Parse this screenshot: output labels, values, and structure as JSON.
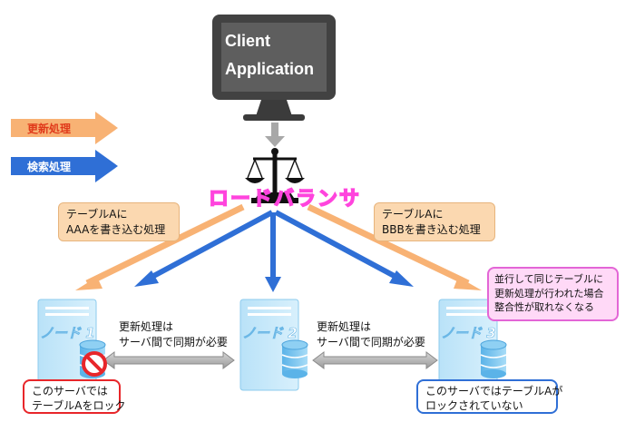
{
  "client": {
    "line1": "Client",
    "line2": "Application"
  },
  "legend": [
    {
      "label": "更新処理",
      "color": "#f8b274",
      "text_color": "#e0391a"
    },
    {
      "label": "検索処理",
      "color": "#2f6fd6",
      "text_color": "#ffffff"
    }
  ],
  "load_balancer": {
    "label": "ロードバランサ",
    "color": "#ff44dd"
  },
  "left_note": {
    "line1": "テーブルAに",
    "line2": "AAAを書き込む処理"
  },
  "right_note": {
    "line1": "テーブルAに",
    "line2": "BBBを書き込む処理"
  },
  "warning": {
    "line1": "並行して同じテーブルに",
    "line2": "更新処理が行われた場合",
    "line3": "整合性が取れなくなる"
  },
  "sync_left": {
    "line1": "更新処理は",
    "line2": "サーバ間で同期が必要"
  },
  "sync_right": {
    "line1": "更新処理は",
    "line2": "サーバ間で同期が必要"
  },
  "nodes": [
    {
      "label": "ノード 1"
    },
    {
      "label": "ノード 2"
    },
    {
      "label": "ノード 3"
    }
  ],
  "node1_status": {
    "line1": "このサーバでは",
    "line2": "テーブルAをロック",
    "border": "#e8262a"
  },
  "node3_status": {
    "line1": "このサーバではテーブルAが",
    "line2": "ロックされていない",
    "border": "#2f6fd6"
  }
}
